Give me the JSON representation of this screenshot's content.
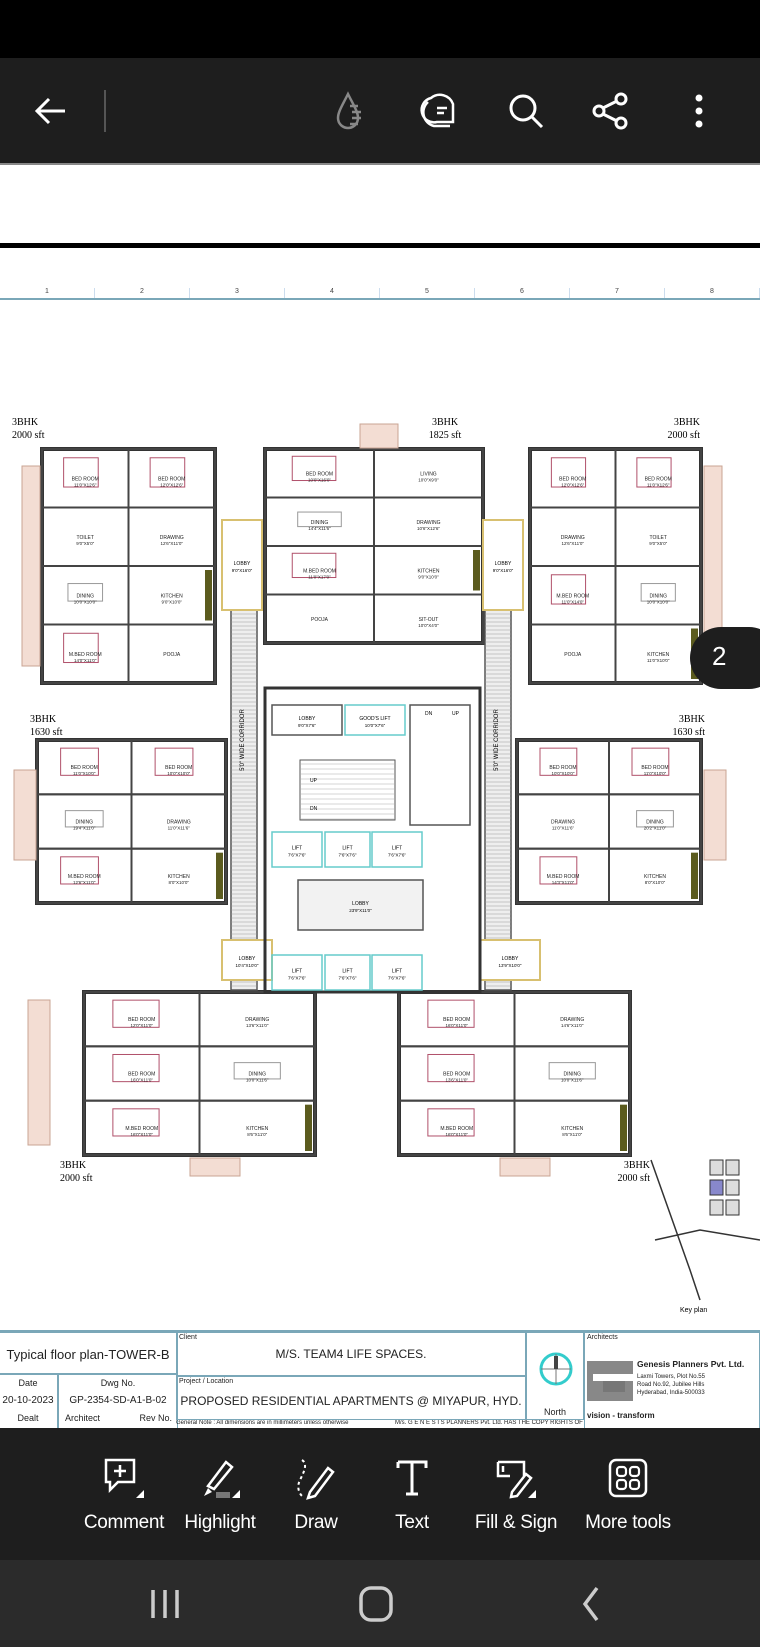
{
  "app_bar": {
    "icons": [
      "back-arrow-icon",
      "liquid-mode-icon",
      "comments-list-icon",
      "search-icon",
      "share-icon",
      "more-options-icon"
    ]
  },
  "ruler": [
    "1",
    "2",
    "3",
    "4",
    "5",
    "6",
    "7",
    "8"
  ],
  "page_badge": "2",
  "plan": {
    "units": [
      {
        "type": "3BHK",
        "area": "2000 sft",
        "rooms": [
          [
            "BED ROOM",
            "11'0\"X12'6\""
          ],
          [
            "BED ROOM",
            "12'0\"X12'6\""
          ],
          [
            "TOILET",
            "9'0\"X5'0\""
          ],
          [
            "DRAWING",
            "12'6\"X11'0\""
          ],
          [
            "DINING",
            "10'0\"X10'0\""
          ],
          [
            "KITCHEN",
            "9'0\"X10'0\""
          ],
          [
            "M.BED ROOM",
            "14'0\"X11'0\""
          ],
          [
            "POOJA",
            ""
          ]
        ]
      },
      {
        "type": "3BHK",
        "area": "1825 sft",
        "rooms": [
          [
            "BED ROOM",
            "10'0\"X16'0\""
          ],
          [
            "LIVING",
            "10'0\"X9'0\""
          ],
          [
            "DINING",
            "14'4\"X11'6\""
          ],
          [
            "DRAWING",
            "10'6\"X12'6\""
          ],
          [
            "M.BED ROOM",
            "11'0\"X17'0\""
          ],
          [
            "KITCHEN",
            "9'0\"X10'0\""
          ],
          [
            "POOJA",
            ""
          ],
          [
            "SIT-OUT",
            "10'0\"X4'0\""
          ]
        ]
      },
      {
        "type": "3BHK",
        "area": "2000 sft",
        "rooms": [
          [
            "BED ROOM",
            "12'0\"X12'6\""
          ],
          [
            "BED ROOM",
            "11'0\"X12'6\""
          ],
          [
            "DRAWING",
            "12'6\"X11'0\""
          ],
          [
            "TOILET",
            "9'0\"X5'0\""
          ],
          [
            "M.BED ROOM",
            "11'0\"X14'0\""
          ],
          [
            "DINING",
            "10'0\"X10'0\""
          ],
          [
            "POOJA",
            ""
          ],
          [
            "KITCHEN",
            "11'0\"X10'0\""
          ]
        ]
      },
      {
        "type": "3BHK",
        "area": "1630 sft",
        "rooms": [
          [
            "BED ROOM",
            "11'0\"X10'0\""
          ],
          [
            "BED ROOM",
            "10'0\"X10'0\""
          ],
          [
            "DINING",
            "19'4\"X11'0\""
          ],
          [
            "DRAWING",
            "11'0\"X11'6\""
          ],
          [
            "M.BED ROOM",
            "12'6\"X11'0\""
          ],
          [
            "KITCHEN",
            "8'0\"X10'0\""
          ]
        ]
      },
      {
        "type": "3BHK",
        "area": "1630 sft",
        "rooms": [
          [
            "BED ROOM",
            "10'0\"X10'0\""
          ],
          [
            "BED ROOM",
            "11'0\"X10'0\""
          ],
          [
            "DRAWING",
            "11'0\"X11'6\""
          ],
          [
            "DINING",
            "20'2\"X11'0\""
          ],
          [
            "M.BED ROOM",
            "14'3\"X11'0\""
          ],
          [
            "KITCHEN",
            "8'0\"X10'0\""
          ]
        ]
      },
      {
        "type": "3BHK",
        "area": "2000 sft",
        "rooms": [
          [
            "BED ROOM",
            "12'0\"X11'0\""
          ],
          [
            "DRAWING",
            "13'6\"X11'0\""
          ],
          [
            "BED ROOM",
            "16'0\"X11'0\""
          ],
          [
            "DINING",
            "10'0\"X11'6\""
          ],
          [
            "M.BED ROOM",
            "16'0\"X11'0\""
          ],
          [
            "KITCHEN",
            "8'6\"X11'0\""
          ]
        ]
      },
      {
        "type": "3BHK",
        "area": "2000 sft",
        "rooms": [
          [
            "BED ROOM",
            "16'0\"X11'0\""
          ],
          [
            "DRAWING",
            "14'6\"X11'0\""
          ],
          [
            "BED ROOM",
            "13'6\"X11'0\""
          ],
          [
            "DINING",
            "10'0\"X11'6\""
          ],
          [
            "M.BED ROOM",
            "16'0\"X11'0\""
          ],
          [
            "KITCHEN",
            "8'6\"X11'0\""
          ]
        ]
      }
    ],
    "core": [
      [
        "LOBBY",
        "9'0\"X7'6\""
      ],
      [
        "GOOD'S LIFT",
        "10'0\"X7'6\""
      ],
      [
        "LIFT",
        "7'6\"X7'6\""
      ],
      [
        "LIFT",
        "7'6\"X7'6\""
      ],
      [
        "LIFT",
        "7'6\"X7'6\""
      ],
      [
        "LOBBY",
        "23'9\"X11'0\""
      ],
      [
        "LIFT",
        "7'6\"X7'6\""
      ],
      [
        "LIFT",
        "7'6\"X7'6\""
      ],
      [
        "LIFT",
        "7'6\"X7'6\""
      ]
    ],
    "lobbies": [
      [
        "LOBBY",
        "9'0\"X16'0\""
      ],
      [
        "LOBBY",
        "9'0\"X16'0\""
      ],
      [
        "LOBBY",
        "10'4\"X10'0\""
      ],
      [
        "LOBBY",
        "13'9\"X10'0\""
      ]
    ],
    "corridor": "5'0\" WIDE CORRIDOR",
    "stair": {
      "up": "UP",
      "dn": "DN"
    },
    "key_plan": "Key plan"
  },
  "title_block": {
    "title": "Typical floor plan-TOWER-B",
    "date_label": "Date",
    "date": "20-10-2023",
    "dwg_label": "Dwg No.",
    "dwg": "GP-2354-SD-A1-B-02",
    "dealt_label": "Dealt",
    "architect_label": "Architect",
    "rev_label": "Rev No.",
    "client_label": "Client",
    "client": "M/S. TEAM4 LIFE SPACES.",
    "project_label": "Project / Location",
    "project": "PROPOSED RESIDENTIAL APARTMENTS @ MIYAPUR, HYD.",
    "note": "General Note : All dimensions are in millimeters unless otherwise",
    "copyright": "M/s. G E N E S I S PLANNERS Pvt. Ltd. HAS THE COPY RIGHTS OF",
    "north": "North",
    "architects_label": "Architects",
    "firm": "Genesis Planners Pvt. Ltd.",
    "address": [
      "Laxmi Towers, Plot No.55",
      "Road No.92, Jubilee Hills",
      "Hyderabad, India-500033"
    ],
    "tagline": "vision - transform"
  },
  "toolbar": [
    {
      "label": "Comment",
      "icon": "comment-add-icon"
    },
    {
      "label": "Highlight",
      "icon": "highlight-icon"
    },
    {
      "label": "Draw",
      "icon": "draw-icon"
    },
    {
      "label": "Text",
      "icon": "text-icon"
    },
    {
      "label": "Fill & Sign",
      "icon": "fill-sign-icon"
    },
    {
      "label": "More tools",
      "icon": "more-tools-icon"
    }
  ],
  "colors": {
    "bar": "#1e1e1e",
    "nav": "#2b2b2b",
    "wall": "#333333",
    "accent": "#7aa7b8",
    "kitchen": "#5b5b1e"
  }
}
